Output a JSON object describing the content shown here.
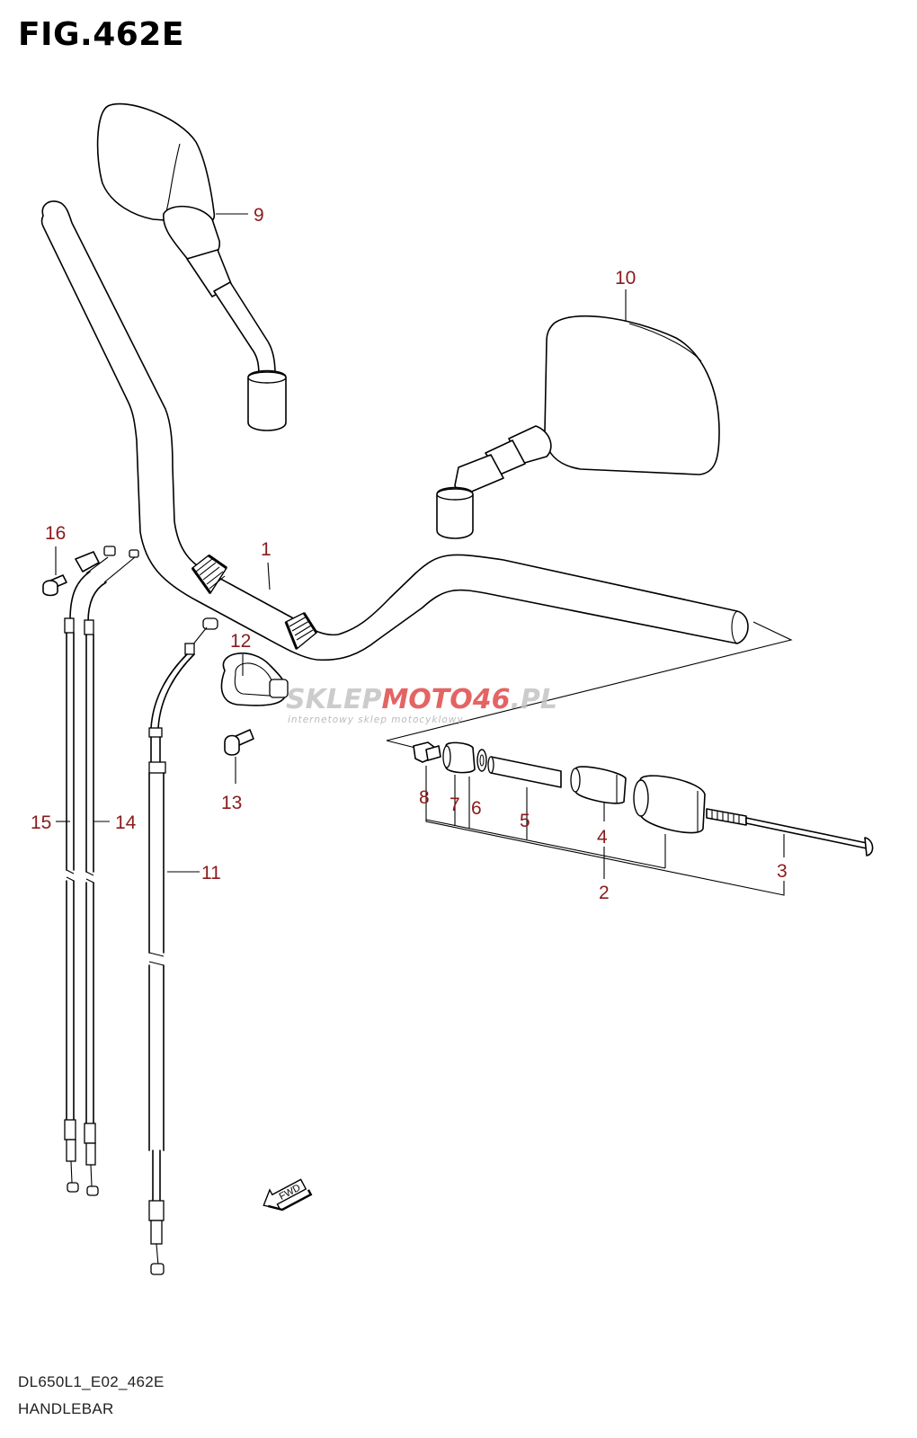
{
  "figure": {
    "title": "FIG.462E",
    "model_code": "DL650L1_E02_462E",
    "name": "HANDLEBAR"
  },
  "callouts": [
    {
      "id": "1",
      "label": "1"
    },
    {
      "id": "2",
      "label": "2"
    },
    {
      "id": "3",
      "label": "3"
    },
    {
      "id": "4",
      "label": "4"
    },
    {
      "id": "5",
      "label": "5"
    },
    {
      "id": "6",
      "label": "6"
    },
    {
      "id": "7",
      "label": "7"
    },
    {
      "id": "8",
      "label": "8"
    },
    {
      "id": "9",
      "label": "9"
    },
    {
      "id": "10",
      "label": "10"
    },
    {
      "id": "11",
      "label": "11"
    },
    {
      "id": "12",
      "label": "12"
    },
    {
      "id": "13",
      "label": "13"
    },
    {
      "id": "14",
      "label": "14"
    },
    {
      "id": "15",
      "label": "15"
    },
    {
      "id": "16",
      "label": "16"
    }
  ],
  "fwd_arrow": {
    "label": "FWD"
  },
  "watermark": {
    "brand_part1": "SKLEP",
    "brand_part2": "MOTO",
    "brand_part3": "46",
    "brand_part4": ".PL",
    "tagline": "internetowy sklep motocyklowy",
    "colors": {
      "gray": "#c4c4c4",
      "red": "#e04a4a"
    }
  },
  "colors": {
    "callout": "#8b1a1a",
    "line": "#000000"
  }
}
